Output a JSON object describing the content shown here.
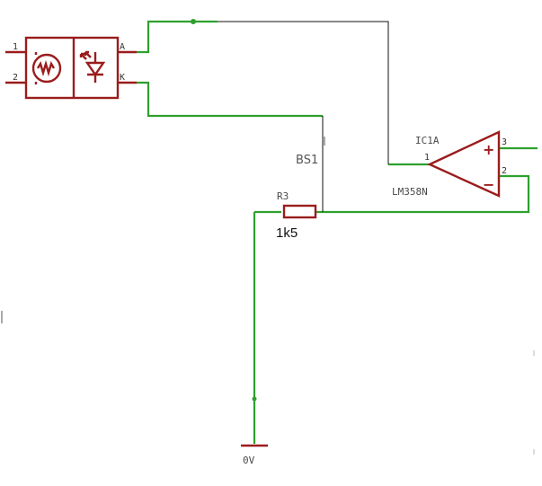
{
  "optocoupler": {
    "pins": {
      "p1": "1",
      "p2": "2",
      "anode": "A",
      "cathode": "K"
    }
  },
  "opamp": {
    "name": "IC1A",
    "value": "LM358N",
    "pin_out": "1",
    "pin_noninv": "3",
    "pin_inv": "2",
    "plus_sign": "+",
    "minus_sign": "−"
  },
  "bs1": {
    "label": "BS1"
  },
  "resistor": {
    "name": "R3",
    "value": "1k5"
  },
  "ground": {
    "label": "0V"
  },
  "colors": {
    "symbol": "#9b1c1c",
    "wire": "#2ea02e",
    "net": "#111111"
  }
}
